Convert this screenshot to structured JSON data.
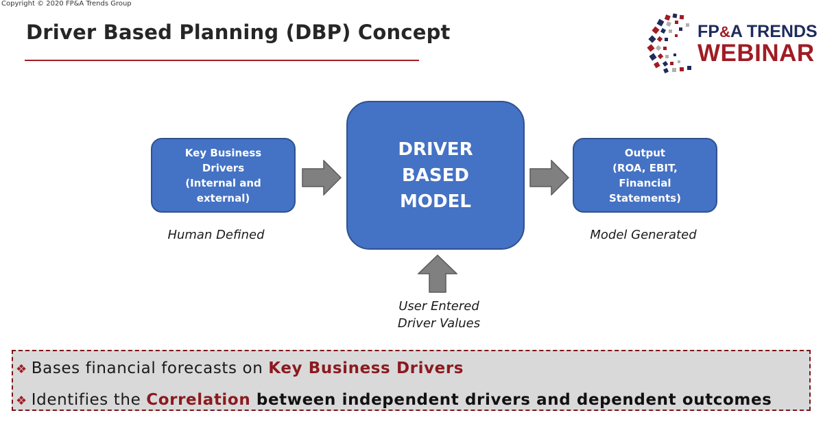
{
  "copyright": "Copyright © 2020 FP&A Trends Group",
  "title": "Driver Based Planning (DBP) Concept",
  "logo": {
    "line1_a": "FP",
    "line1_amp": "&",
    "line1_b": "A TRENDS",
    "line2": "WEBINAR"
  },
  "diagram": {
    "left_box": "Key Business\nDrivers\n(Internal and\nexternal)",
    "center_box": "DRIVER\nBASED\nMODEL",
    "right_box": "Output\n(ROA, EBIT,\nFinancial\nStatements)",
    "left_caption": "Human Defined",
    "right_caption": "Model Generated",
    "bottom_caption": "User Entered\nDriver Values"
  },
  "bullets": {
    "b1_text": "Bases financial forecasts on ",
    "b1_highlight": "Key Business Drivers",
    "b2_text": "Identifies the ",
    "b2_highlight": "Correlation",
    "b2_bold": " between independent drivers and dependent  outcomes",
    "marker": "❖"
  },
  "colors": {
    "box_fill": "#4472c4",
    "arrow_fill": "#808080",
    "accent_red": "#a01c24",
    "navy": "#1f2b5c"
  }
}
